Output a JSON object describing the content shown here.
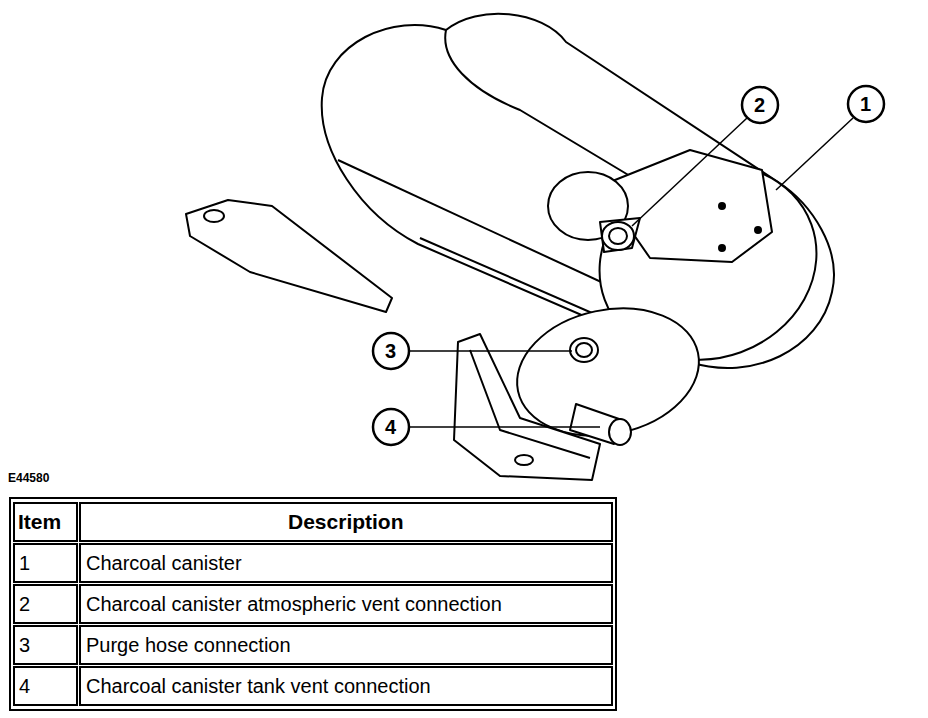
{
  "diagram": {
    "labels": [
      "2",
      "1",
      "3",
      "4",
      "E44580",
      "Item",
      "Description",
      "1",
      "Charcoal canister",
      "2",
      "Charcoal canister atmospheric vent connection",
      "3",
      "Purge hose connection",
      "4",
      "Charcoal canister tank vent connection"
    ]
  }
}
